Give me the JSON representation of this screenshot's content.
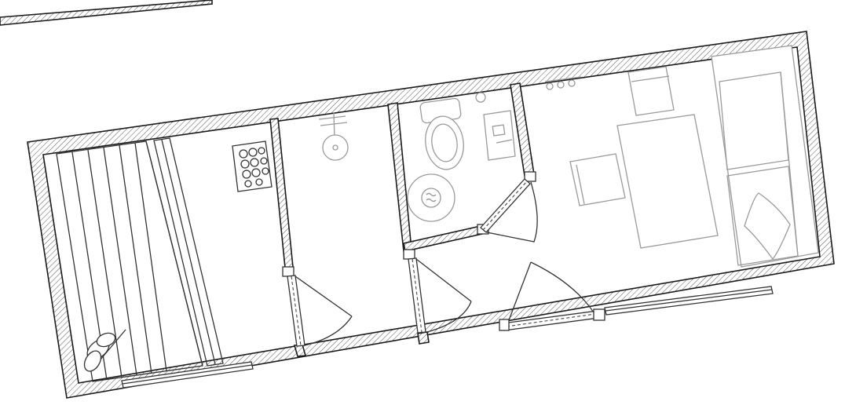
{
  "diagram": {
    "type": "floor-plan",
    "rooms": [
      {
        "name": "steam-room",
        "fixtures": [
          "bench-slats",
          "stove-heater",
          "whisk"
        ]
      },
      {
        "name": "shower-room",
        "fixtures": [
          "shower-head"
        ]
      },
      {
        "name": "toilet-room",
        "fixtures": [
          "toilet",
          "sink",
          "round-bath"
        ]
      },
      {
        "name": "rest-room",
        "fixtures": [
          "table",
          "chair",
          "chair",
          "sofa",
          "pillow",
          "coat-hooks"
        ]
      }
    ],
    "colors": {
      "wall": "#1a1a1a",
      "furniture": "#9a9a9a",
      "background": "#ffffff"
    }
  }
}
